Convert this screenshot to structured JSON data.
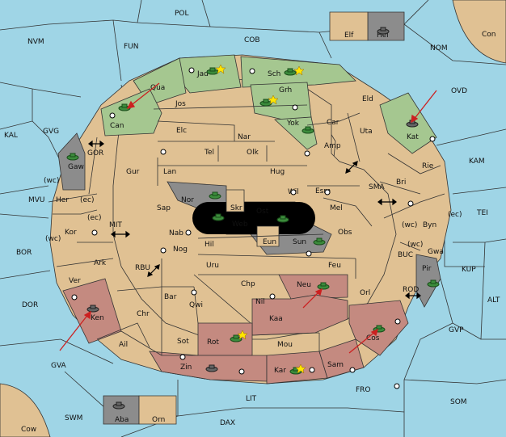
{
  "colors": {
    "sea": "#9fd5e6",
    "land": "#e0c193",
    "green": "#a5c790",
    "red": "#c48a80",
    "gray": "#8c8c8c",
    "black": "#000000",
    "arrow": "#cc2020",
    "unit": "#3c8c3c"
  },
  "sea_regions": [
    {
      "id": "pol",
      "label": "POL"
    },
    {
      "id": "nvm",
      "label": "NVM"
    },
    {
      "id": "fun",
      "label": "FUN"
    },
    {
      "id": "cob",
      "label": "COB"
    },
    {
      "id": "nom",
      "label": "NOM"
    },
    {
      "id": "ovd",
      "label": "OVD"
    },
    {
      "id": "kal",
      "label": "KAL"
    },
    {
      "id": "gvg",
      "label": "GVG"
    },
    {
      "id": "gor",
      "label": "GOR"
    },
    {
      "id": "mvu",
      "label": "MVU"
    },
    {
      "id": "mit",
      "label": "MIT"
    },
    {
      "id": "bor",
      "label": "BOR"
    },
    {
      "id": "rbu",
      "label": "RBU"
    },
    {
      "id": "dor",
      "label": "DOR"
    },
    {
      "id": "gva",
      "label": "GVA"
    },
    {
      "id": "sma",
      "label": "SMA"
    },
    {
      "id": "kam",
      "label": "KAM"
    },
    {
      "id": "tei",
      "label": "TEI"
    },
    {
      "id": "buc",
      "label": "BUC"
    },
    {
      "id": "kup",
      "label": "KUP"
    },
    {
      "id": "rod",
      "label": "ROD"
    },
    {
      "id": "alt",
      "label": "ALT"
    },
    {
      "id": "gvp",
      "label": "GVP"
    },
    {
      "id": "fro",
      "label": "FRO"
    },
    {
      "id": "som",
      "label": "SOM"
    },
    {
      "id": "lit",
      "label": "LIT"
    },
    {
      "id": "swm",
      "label": "SWM"
    },
    {
      "id": "dax",
      "label": "DAX"
    }
  ],
  "land_regions": [
    {
      "id": "con",
      "label": "Con"
    },
    {
      "id": "cow",
      "label": "Cow"
    },
    {
      "id": "elf",
      "label": "Elf"
    },
    {
      "id": "hel",
      "label": "Hel"
    },
    {
      "id": "aba",
      "label": "Aba"
    },
    {
      "id": "orn",
      "label": "Orn"
    },
    {
      "id": "jad",
      "label": "Jad"
    },
    {
      "id": "sch",
      "label": "Sch"
    },
    {
      "id": "qua",
      "label": "Qua"
    },
    {
      "id": "can",
      "label": "Can"
    },
    {
      "id": "jos",
      "label": "Jos"
    },
    {
      "id": "grh",
      "label": "Grh"
    },
    {
      "id": "eld",
      "label": "Eld"
    },
    {
      "id": "kat",
      "label": "Kat"
    },
    {
      "id": "elc",
      "label": "Elc"
    },
    {
      "id": "nar",
      "label": "Nar"
    },
    {
      "id": "yok",
      "label": "Yok"
    },
    {
      "id": "car",
      "label": "Car"
    },
    {
      "id": "uta",
      "label": "Uta"
    },
    {
      "id": "amp",
      "label": "Amp"
    },
    {
      "id": "tel",
      "label": "Tel"
    },
    {
      "id": "olk",
      "label": "Olk"
    },
    {
      "id": "gaw",
      "label": "Gaw"
    },
    {
      "id": "gur",
      "label": "Gur"
    },
    {
      "id": "lan",
      "label": "Lan"
    },
    {
      "id": "hug",
      "label": "Hug"
    },
    {
      "id": "rie",
      "label": "Rie"
    },
    {
      "id": "bri",
      "label": "Bri"
    },
    {
      "id": "her",
      "label": "Her"
    },
    {
      "id": "nor",
      "label": "Nor"
    },
    {
      "id": "wil",
      "label": "Wil"
    },
    {
      "id": "esm",
      "label": "Esm"
    },
    {
      "id": "sap",
      "label": "Sap"
    },
    {
      "id": "skr",
      "label": "Skr"
    },
    {
      "id": "ost",
      "label": "Ost"
    },
    {
      "id": "mel",
      "label": "Mel"
    },
    {
      "id": "kor",
      "label": "Kor"
    },
    {
      "id": "web",
      "label": "Web"
    },
    {
      "id": "byn",
      "label": "Byn"
    },
    {
      "id": "nab",
      "label": "Nab"
    },
    {
      "id": "obs",
      "label": "Obs"
    },
    {
      "id": "gwa",
      "label": "Gwa"
    },
    {
      "id": "eun",
      "label": "Eun"
    },
    {
      "id": "sun",
      "label": "Sun"
    },
    {
      "id": "hil",
      "label": "Hil"
    },
    {
      "id": "ark",
      "label": "Ark"
    },
    {
      "id": "nog",
      "label": "Nog"
    },
    {
      "id": "uru",
      "label": "Uru"
    },
    {
      "id": "feu",
      "label": "Feu"
    },
    {
      "id": "pir",
      "label": "Pir"
    },
    {
      "id": "ver",
      "label": "Ver"
    },
    {
      "id": "chp",
      "label": "Chp"
    },
    {
      "id": "neu",
      "label": "Neu"
    },
    {
      "id": "orl",
      "label": "Orl"
    },
    {
      "id": "bar",
      "label": "Bar"
    },
    {
      "id": "qwi",
      "label": "Qwi"
    },
    {
      "id": "nil",
      "label": "Nil"
    },
    {
      "id": "chr",
      "label": "Chr"
    },
    {
      "id": "ken",
      "label": "Ken"
    },
    {
      "id": "kaa",
      "label": "Kaa"
    },
    {
      "id": "sot",
      "label": "Sot"
    },
    {
      "id": "rot",
      "label": "Rot"
    },
    {
      "id": "ail",
      "label": "Ail"
    },
    {
      "id": "mou",
      "label": "Mou"
    },
    {
      "id": "cos",
      "label": "Cos"
    },
    {
      "id": "sam",
      "label": "Sam"
    },
    {
      "id": "zin",
      "label": "Zin"
    },
    {
      "id": "kar",
      "label": "Kar"
    }
  ],
  "coast_labels": [
    "(wc)",
    "(ec)",
    "(ec)",
    "(wc)",
    "(wc)",
    "(ec)",
    "(wc)"
  ]
}
